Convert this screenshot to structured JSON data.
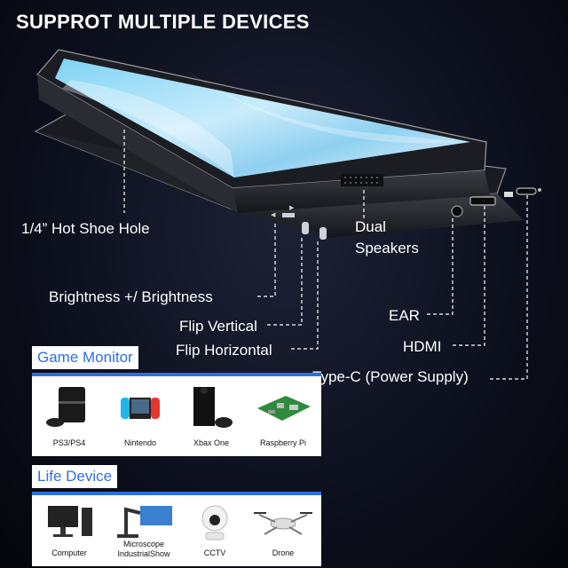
{
  "title": "SUPPROT MULTIPLE DEVICES",
  "labels": {
    "hot_shoe": "1/4”   Hot Shoe Hole",
    "dual_speakers_1": "Dual",
    "dual_speakers_2": "Speakers",
    "brightness": "Brightness +/ Brightness",
    "flip_vertical": "Flip Vertical",
    "flip_horizontal": "Flip Horizontal",
    "ear": "EAR",
    "hdmi": "HDMI",
    "type_c": "Type-C  (Power Supply)"
  },
  "sections": {
    "game_monitor": {
      "tag": "Game Monitor",
      "items": [
        {
          "name": "PS3/PS4",
          "icon": "console-icon"
        },
        {
          "name": "Nintendo",
          "icon": "switch-icon"
        },
        {
          "name": "Xbax One",
          "icon": "xbox-icon"
        },
        {
          "name": "Raspberry Pi",
          "icon": "raspberry-pi-icon"
        }
      ]
    },
    "life_device": {
      "tag": "Life Device",
      "items": [
        {
          "name": "Computer",
          "icon": "computer-icon"
        },
        {
          "name": "Microscope IndustrialShow",
          "name_line1": "Microscope",
          "name_line2": "IndustrialShow",
          "icon": "microscope-icon"
        },
        {
          "name": "CCTV",
          "icon": "cctv-icon"
        },
        {
          "name": "Drone",
          "icon": "drone-icon"
        }
      ]
    }
  },
  "colors": {
    "accent": "#2f6fe0",
    "background": "#0c0f1c"
  }
}
